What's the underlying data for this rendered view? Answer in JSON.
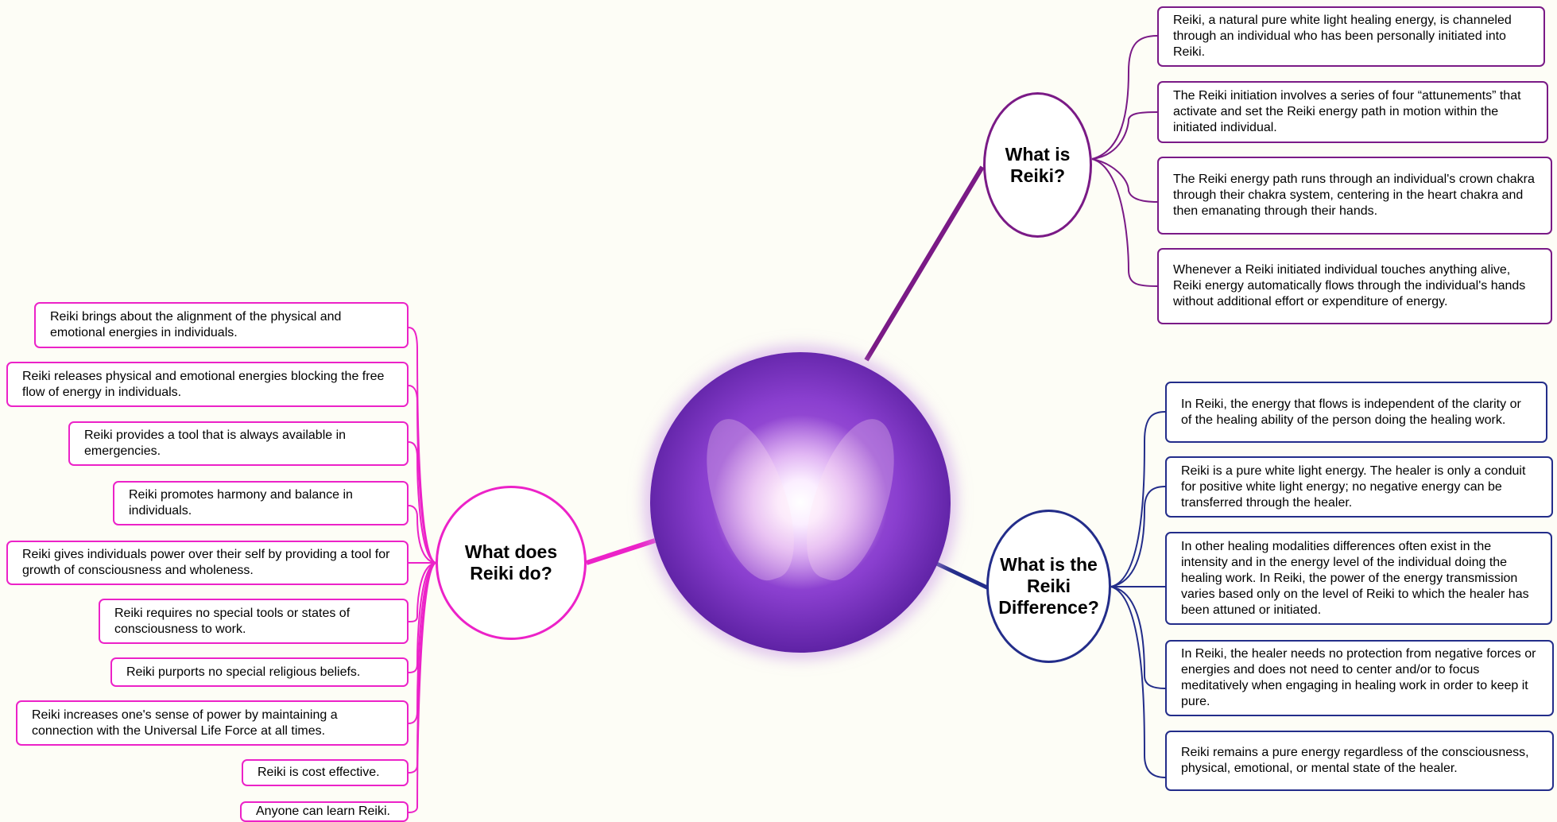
{
  "center": {
    "image": "reiki-hands-energy-orb"
  },
  "branches": {
    "what_is": {
      "title": "What is Reiki?",
      "color": "#7a1a86",
      "items": [
        "Reiki, a natural pure white light healing energy, is channeled through an individual who has been personally initiated into Reiki.",
        "The Reiki initiation involves a series of four “attunements” that activate and set the Reiki energy path in motion within the initiated individual.",
        "The Reiki energy path runs through an individual's crown chakra through their chakra system, centering in the heart chakra and then emanating through their hands.",
        "Whenever a Reiki initiated individual touches anything alive, Reiki energy automatically flows through the individual's hands without additional effort or expenditure of energy."
      ]
    },
    "difference": {
      "title": "What is the Reiki Difference?",
      "color": "#232d8a",
      "items": [
        "In Reiki, the energy that flows is independent of the clarity or of the healing ability of the person doing the healing work.",
        "Reiki is a pure white light energy. The healer is only a conduit for positive white light energy; no negative energy can be transferred through the healer.",
        "In other healing modalities differences often exist in the intensity and in the energy level of the individual doing the healing work. In Reiki, the power of the energy transmission varies based only on the level of Reiki to which the healer has been attuned or initiated.",
        "In Reiki, the healer needs no protection from negative forces or energies and does not need to center and/or to focus meditatively when engaging in healing work in order to keep it pure.",
        "Reiki remains a pure energy regardless of the consciousness, physical, emotional, or mental state of the healer."
      ]
    },
    "what_does": {
      "title": "What does Reiki do?",
      "color": "#ec22c8",
      "items": [
        "Reiki brings about the alignment of the physical and emotional energies in individuals.",
        "Reiki releases physical and emotional energies blocking the free flow of energy in individuals.",
        "Reiki provides a tool that is always available in emergencies.",
        "Reiki promotes harmony and balance in individuals.",
        "Reiki gives individuals power over their self by providing a tool for growth of consciousness and wholeness.",
        "Reiki requires no special tools or states of consciousness to work.",
        "Reiki purports no special religious beliefs.",
        "Reiki increases one's sense of power by maintaining a connection with the Universal Life Force at all times.",
        "Reiki is cost effective.",
        "Anyone can learn Reiki."
      ]
    }
  }
}
